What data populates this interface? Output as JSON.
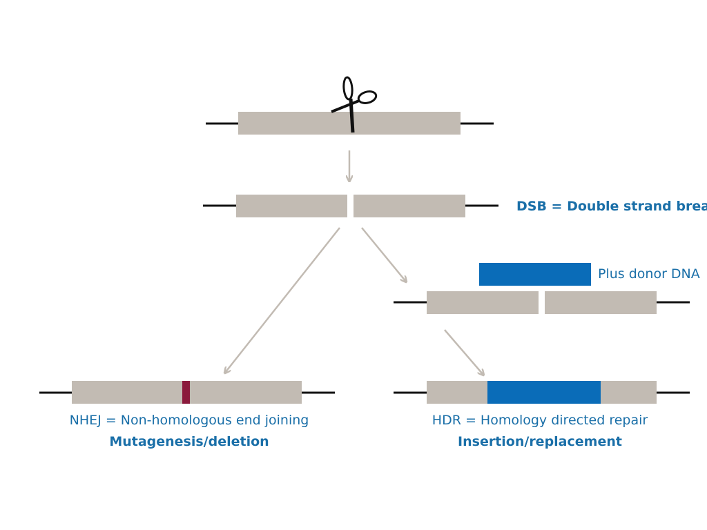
{
  "colors": {
    "dna_segment": "#c2bbb3",
    "dna_line": "#111111",
    "arrow": "#c2bbb3",
    "donor": "#0a6cb8",
    "mutation": "#8b1a3c",
    "label_text": "#1a6fa8"
  },
  "icons": {
    "cutter": "scissors-icon"
  },
  "labels": {
    "dsb": "DSB = Double strand break",
    "donor": "Plus donor DNA",
    "nhej_title": "NHEJ = Non-homologous end joining",
    "nhej_outcome": "Mutagenesis/deletion",
    "hdr_title": "HDR = Homology directed repair",
    "hdr_outcome": "Insertion/replacement"
  }
}
